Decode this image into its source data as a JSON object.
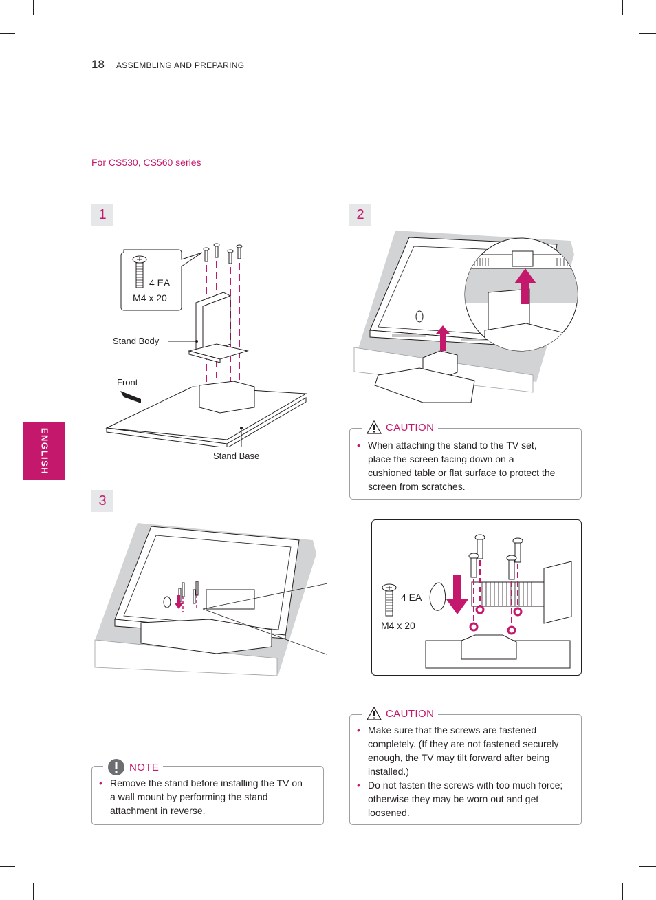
{
  "header": {
    "page_number": "18",
    "section_title": "ASSEMBLING AND PREPARING"
  },
  "side_tab": {
    "language": "ENGLISH"
  },
  "series_note": "For CS530, CS560 series",
  "steps": [
    {
      "number": "1"
    },
    {
      "number": "2"
    },
    {
      "number": "3"
    }
  ],
  "step1": {
    "screw_qty": "4 EA",
    "screw_size": "M4 x 20",
    "stand_body_label": "Stand Body",
    "front_label": "Front",
    "stand_base_label": "Stand Base"
  },
  "step3": {
    "screw_qty": "4 EA",
    "screw_size": "M4 x 20"
  },
  "caution1": {
    "title": "CAUTION",
    "items": [
      "When attaching the stand to the TV set, place the screen facing down on a cushioned table or flat surface to protect the screen from scratches."
    ]
  },
  "caution2": {
    "title": "CAUTION",
    "items": [
      "Make sure that the screws are fastened completely. (If they are not fastened securely enough, the TV may tilt forward after being installed.)",
      "Do not fasten the screws with too much force; otherwise they may be worn out and get loosened."
    ]
  },
  "note": {
    "title": "NOTE",
    "items": [
      "Remove the stand before installing the TV on a wall mount by performing the stand attachment in reverse."
    ]
  },
  "colors": {
    "accent": "#c4186d",
    "step_bg": "#e6e7e8",
    "cushion_gray": "#d1d3d4",
    "line": "#231f20"
  }
}
